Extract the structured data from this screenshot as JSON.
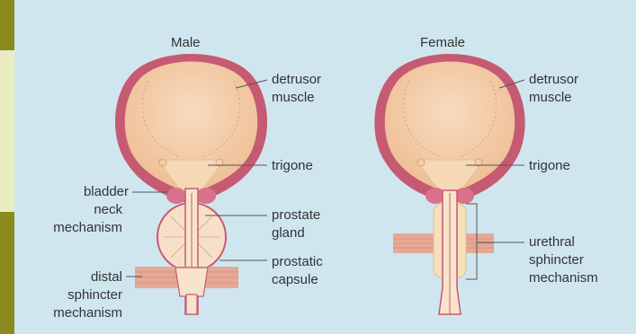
{
  "figure": {
    "titles": {
      "male": "Male",
      "female": "Female"
    },
    "male_labels": {
      "detrusor": [
        "detrusor",
        "muscle"
      ],
      "trigone": "trigone",
      "bladder_neck": [
        "bladder",
        "neck",
        "mechanism"
      ],
      "prostate": [
        "prostate",
        "gland"
      ],
      "capsule": [
        "prostatic",
        "capsule"
      ],
      "distal": [
        "distal",
        "sphincter",
        "mechanism"
      ]
    },
    "female_labels": {
      "detrusor": [
        "detrusor",
        "muscle"
      ],
      "trigone": "trigone",
      "urethral": [
        "urethral",
        "sphincter",
        "mechanism"
      ]
    }
  },
  "colors": {
    "background": "#cfe6ef",
    "bladder_wall": "#c65a72",
    "bladder_fill": "#f3cfa9",
    "sphincter_band": "#e7a896",
    "sidebar_olive": "#8a8a1e",
    "sidebar_light": "#e9ecc0"
  }
}
